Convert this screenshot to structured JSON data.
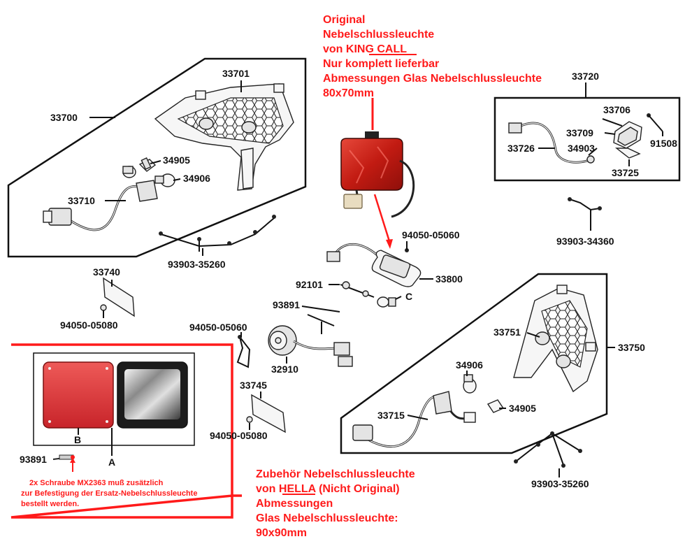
{
  "colors": {
    "note": "#ff1a1a",
    "line": "#111111",
    "lamp_red": "#d42a1e"
  },
  "notes": {
    "original": [
      "Original",
      "Nebelschlussleuchte",
      "von KING CALL",
      "Nur komplett lieferbar",
      "Abmessungen Glas Nebelschlussleuchte",
      "80x70mm"
    ],
    "hella": [
      "Zubehör Nebelschlussleuchte",
      "von HELLA (Nicht Original)",
      "Abmessungen",
      "Glas Nebelschlussleuchte:",
      "90x90mm"
    ],
    "screw": [
      "2x Schraube MX2363 muß zusätzlich",
      "zur Befestigung der Ersatz-Nebelschlussleuchte",
      "bestellt werden."
    ]
  },
  "parts": {
    "p33700": "33700",
    "p33701": "33701",
    "p34905a": "34905",
    "p34906a": "34906",
    "p33710": "33710",
    "p93903_35260a": "93903-35260",
    "p33740": "33740",
    "p94050_05080a": "94050-05080",
    "p33720": "33720",
    "p33706": "33706",
    "p33709": "33709",
    "p33726": "33726",
    "p34903": "34903",
    "p91508": "91508",
    "p33725": "33725",
    "p93903_34360": "93903-34360",
    "p94050_05060a": "94050-05060",
    "p33800": "33800",
    "p92101": "92101",
    "p93891a": "93891",
    "pC": "C",
    "p94050_05060b": "94050-05060",
    "p32910": "32910",
    "p33745": "33745",
    "p94050_05080b": "94050-05080",
    "p33751": "33751",
    "p33750": "33750",
    "p34906b": "34906",
    "p33715": "33715",
    "p34905b": "34905",
    "p93903_35260b": "93903-35260",
    "pB": "B",
    "pA": "A",
    "p93891b": "93891"
  }
}
